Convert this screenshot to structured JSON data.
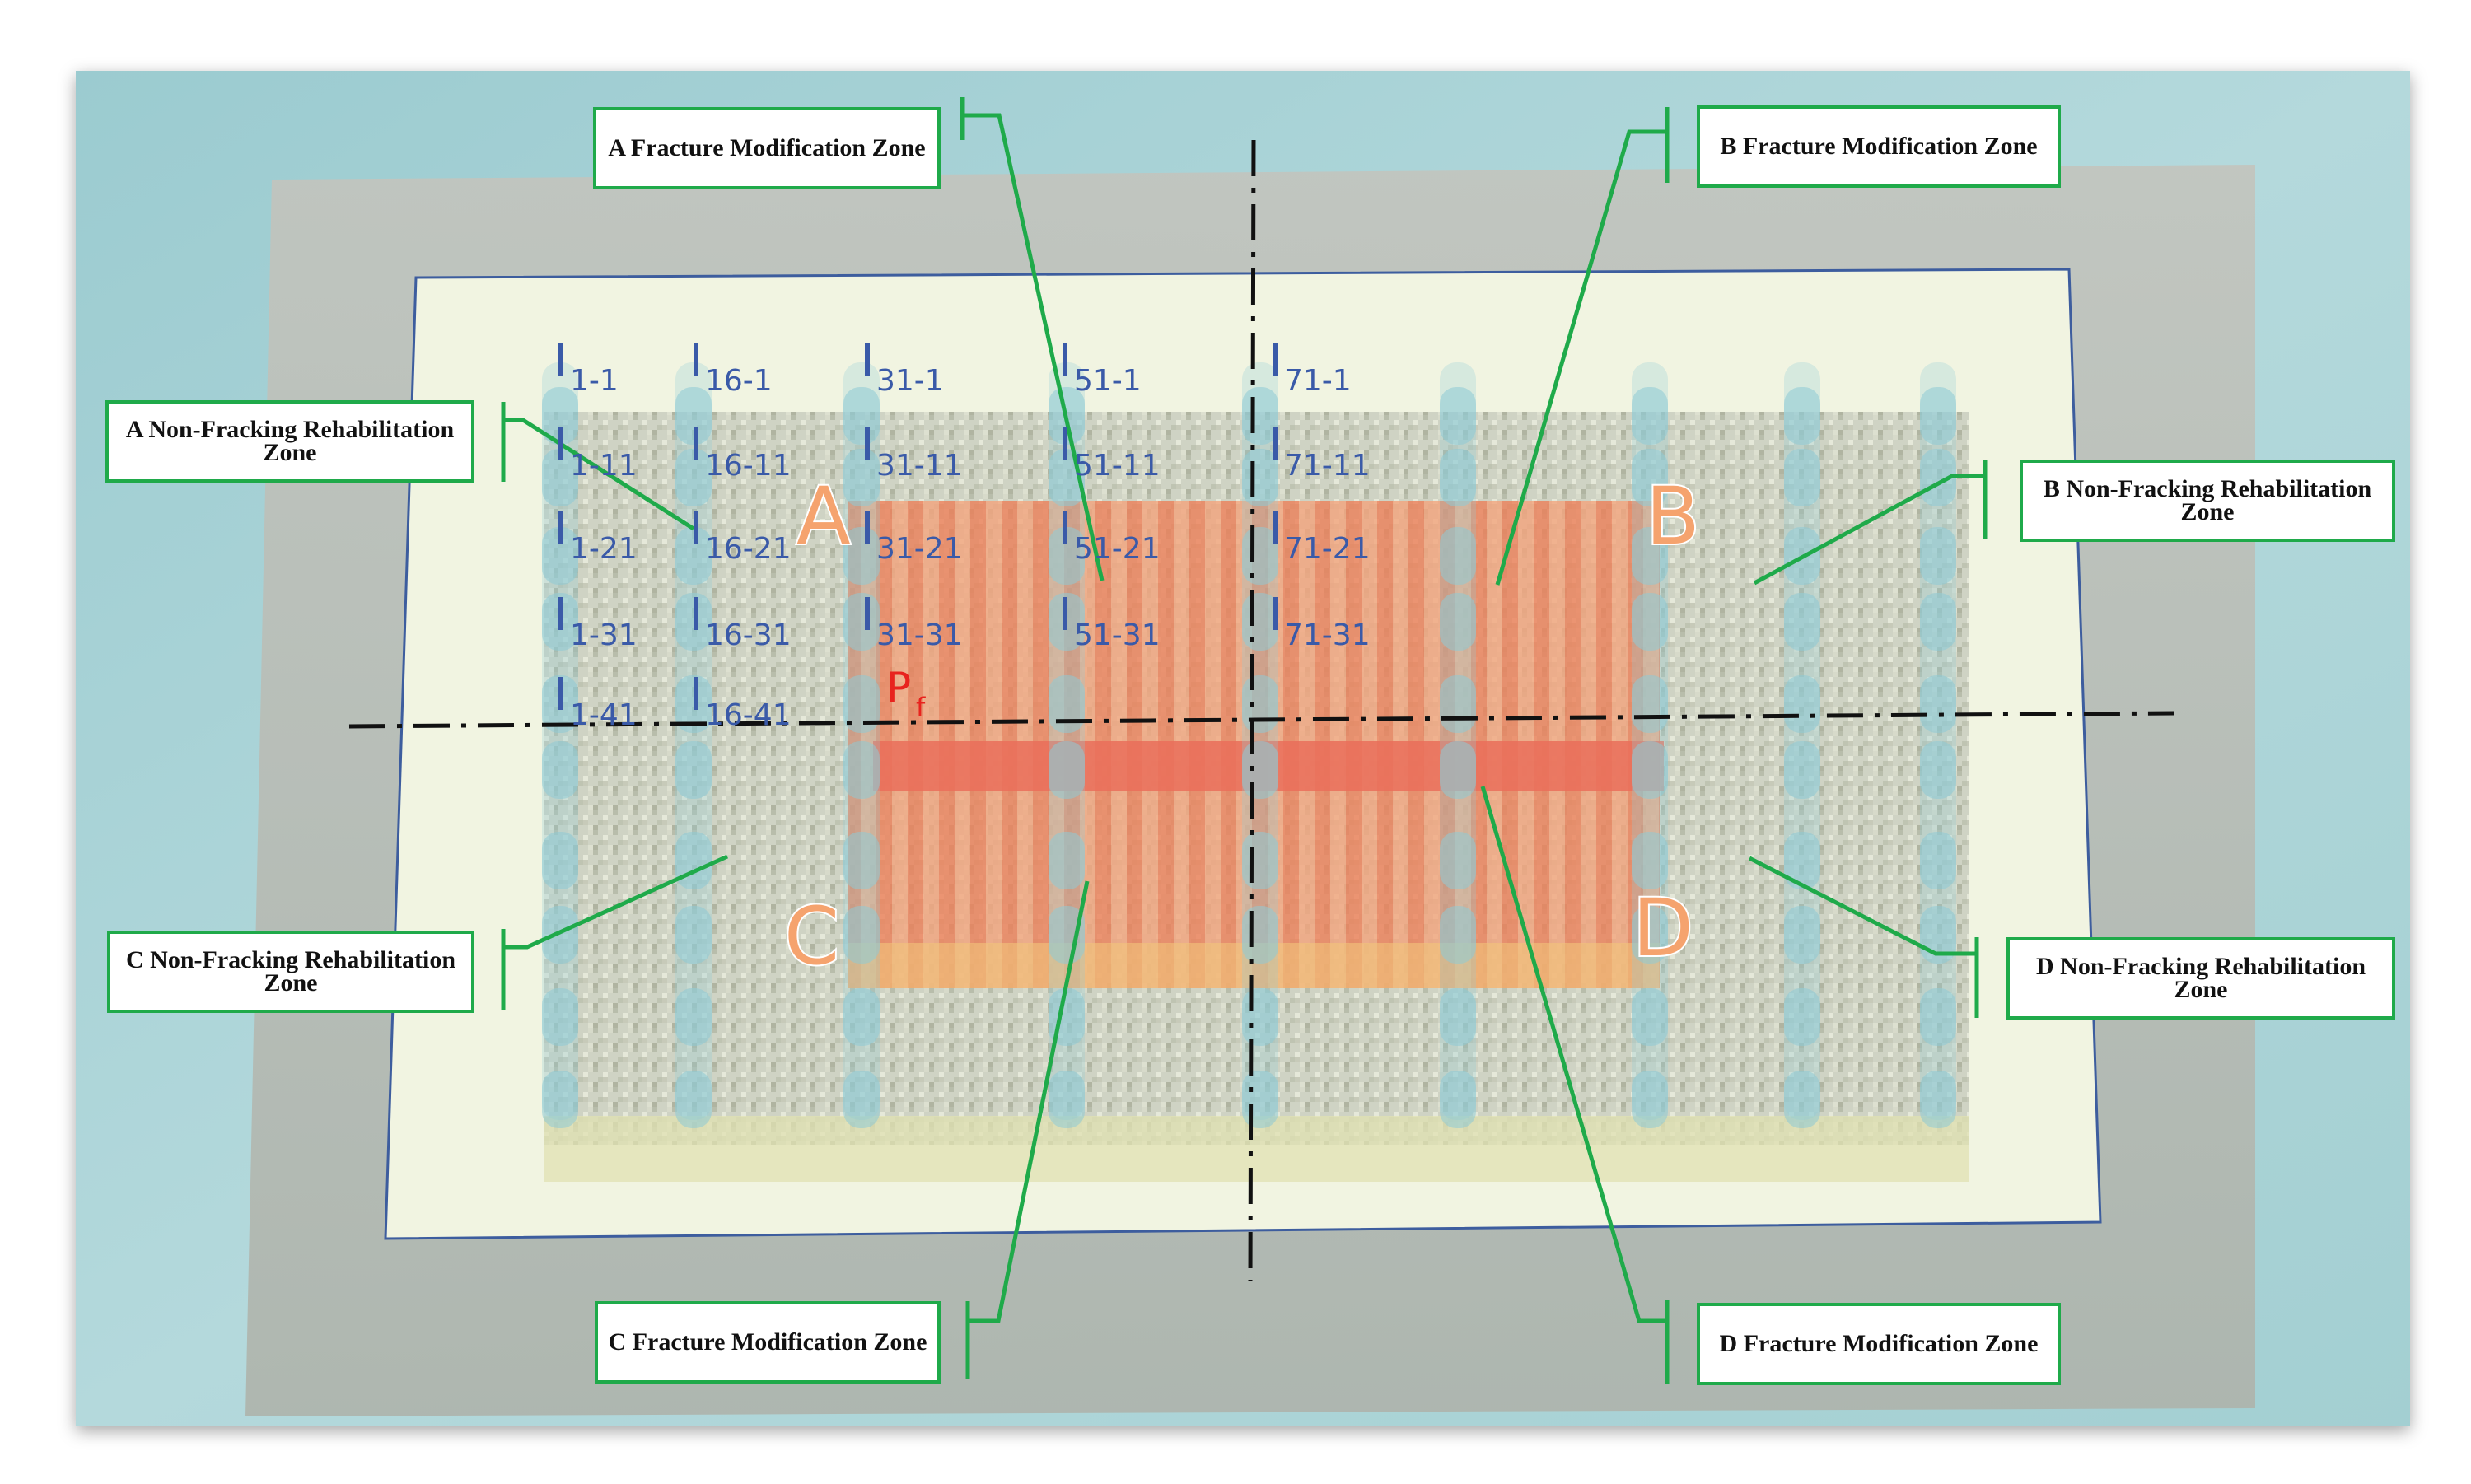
{
  "zones": {
    "a_fracture": "A Fracture Modification Zone",
    "b_fracture": "B Fracture Modification Zone",
    "c_fracture": "C Fracture Modification Zone",
    "d_fracture": "D Fracture Modification Zone",
    "a_nonfrack": "A Non-Fracking Rehabilitation Zone",
    "b_nonfrack": "B Non-Fracking Rehabilitation Zone",
    "c_nonfrack": "C Non-Fracking Rehabilitation Zone",
    "d_nonfrack": "D Non-Fracking Rehabilitation Zone"
  },
  "quadrants": {
    "a": "A",
    "b": "B",
    "c": "C",
    "d": "D"
  },
  "pf": {
    "main": "P",
    "sub": "f"
  },
  "well_labels": [
    [
      "1-1",
      "1-11",
      "1-21",
      "1-31",
      "1-41"
    ],
    [
      "16-1",
      "16-11",
      "16-21",
      "16-31",
      "16-41"
    ],
    [
      "31-1",
      "31-11",
      "31-21",
      "31-31"
    ],
    [
      "51-1",
      "51-11",
      "51-21",
      "51-31"
    ],
    [
      "71-1",
      "71-11",
      "71-21",
      "71-31"
    ]
  ],
  "colors": {
    "zone_border": "#1faa4a",
    "leader": "#1faa4a",
    "well_label": "#3a5aa8",
    "pf": "#e8231e",
    "fracture": "#f08a5e",
    "quadrant_letter": "#f5a36e",
    "panel": "#f1f4e1",
    "panel_border": "#3d5d9e",
    "outer_plate": "#b8bcb4",
    "backdrop": "#a9d3d6",
    "well_pipe": "#8ecbd6"
  }
}
